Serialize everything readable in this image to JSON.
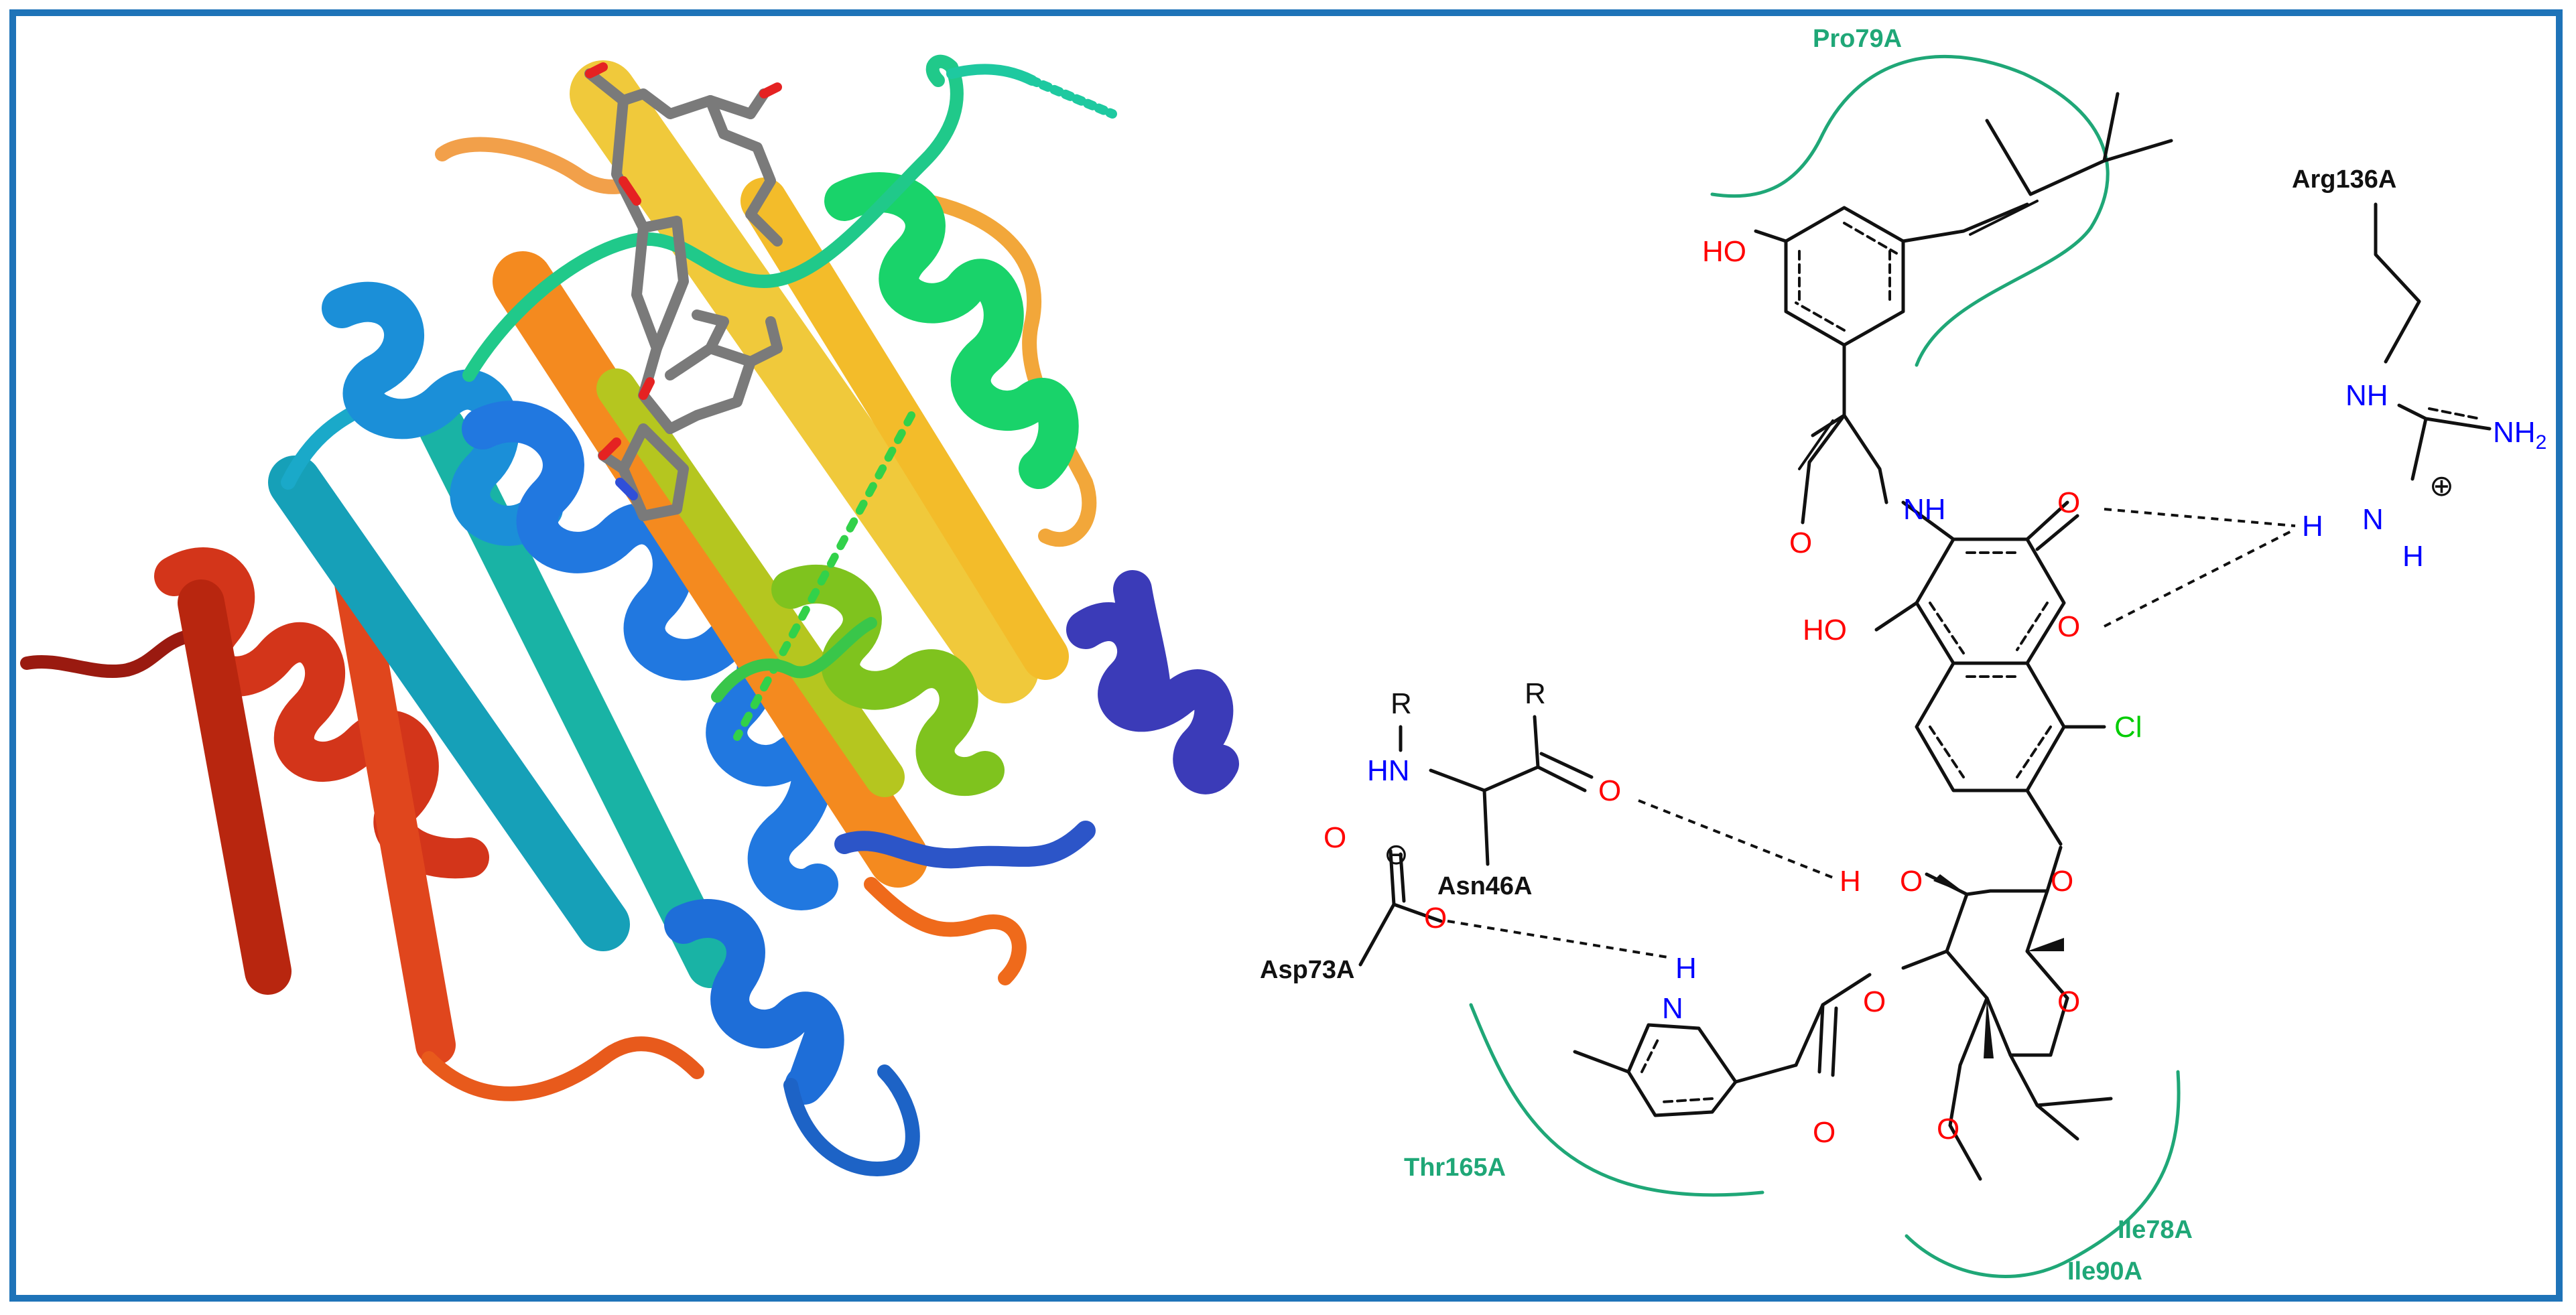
{
  "colors": {
    "border": "#1e73b8",
    "oxygen": "#ff0000",
    "nitrogen": "#0000ff",
    "chlorine": "#00cc00",
    "carbon": "#111111",
    "hydrophobic_contact": "#1fa777",
    "residue_label_hydrophobic": "#1fa777",
    "residue_label_polar": "#111111"
  },
  "protein_panel": {
    "icon": "protein-ribbon-structure"
  },
  "residue_labels": {
    "pro79": "Pro79A",
    "arg136": "Arg136A",
    "asn46": "Asn46A",
    "asp73": "Asp73A",
    "thr165": "Thr165A",
    "ile78": "Ile78A",
    "ile90": "Ile90A"
  },
  "atoms": {
    "ho_top": "HO",
    "nh_amide": "NH",
    "o_amide": "O",
    "o_lactone_carbonyl": "O",
    "o_ring": "O",
    "ho_coumarin": "HO",
    "cl": "Cl",
    "o_glycosidic": "O",
    "o_sugar_ring": "O",
    "o_ester": "O",
    "o_ester_carbonyl": "O",
    "o_methoxy": "O",
    "ho_sugar_h": "H",
    "ho_sugar_o": "O",
    "pyrrole_n": "N",
    "pyrrole_h": "H",
    "arg_nh": "NH",
    "arg_nh2": "NH",
    "arg_nh2_sub": "2",
    "arg_n": "N",
    "arg_h_low": "H",
    "arg_h_hb": "H",
    "charge_plus": "⊕",
    "asn_r1": "R",
    "asn_r2": "R",
    "asn_hn": "HN",
    "asn_o": "O",
    "asp_o1": "O",
    "asp_o2": "O",
    "charge_minus": "⊖"
  }
}
